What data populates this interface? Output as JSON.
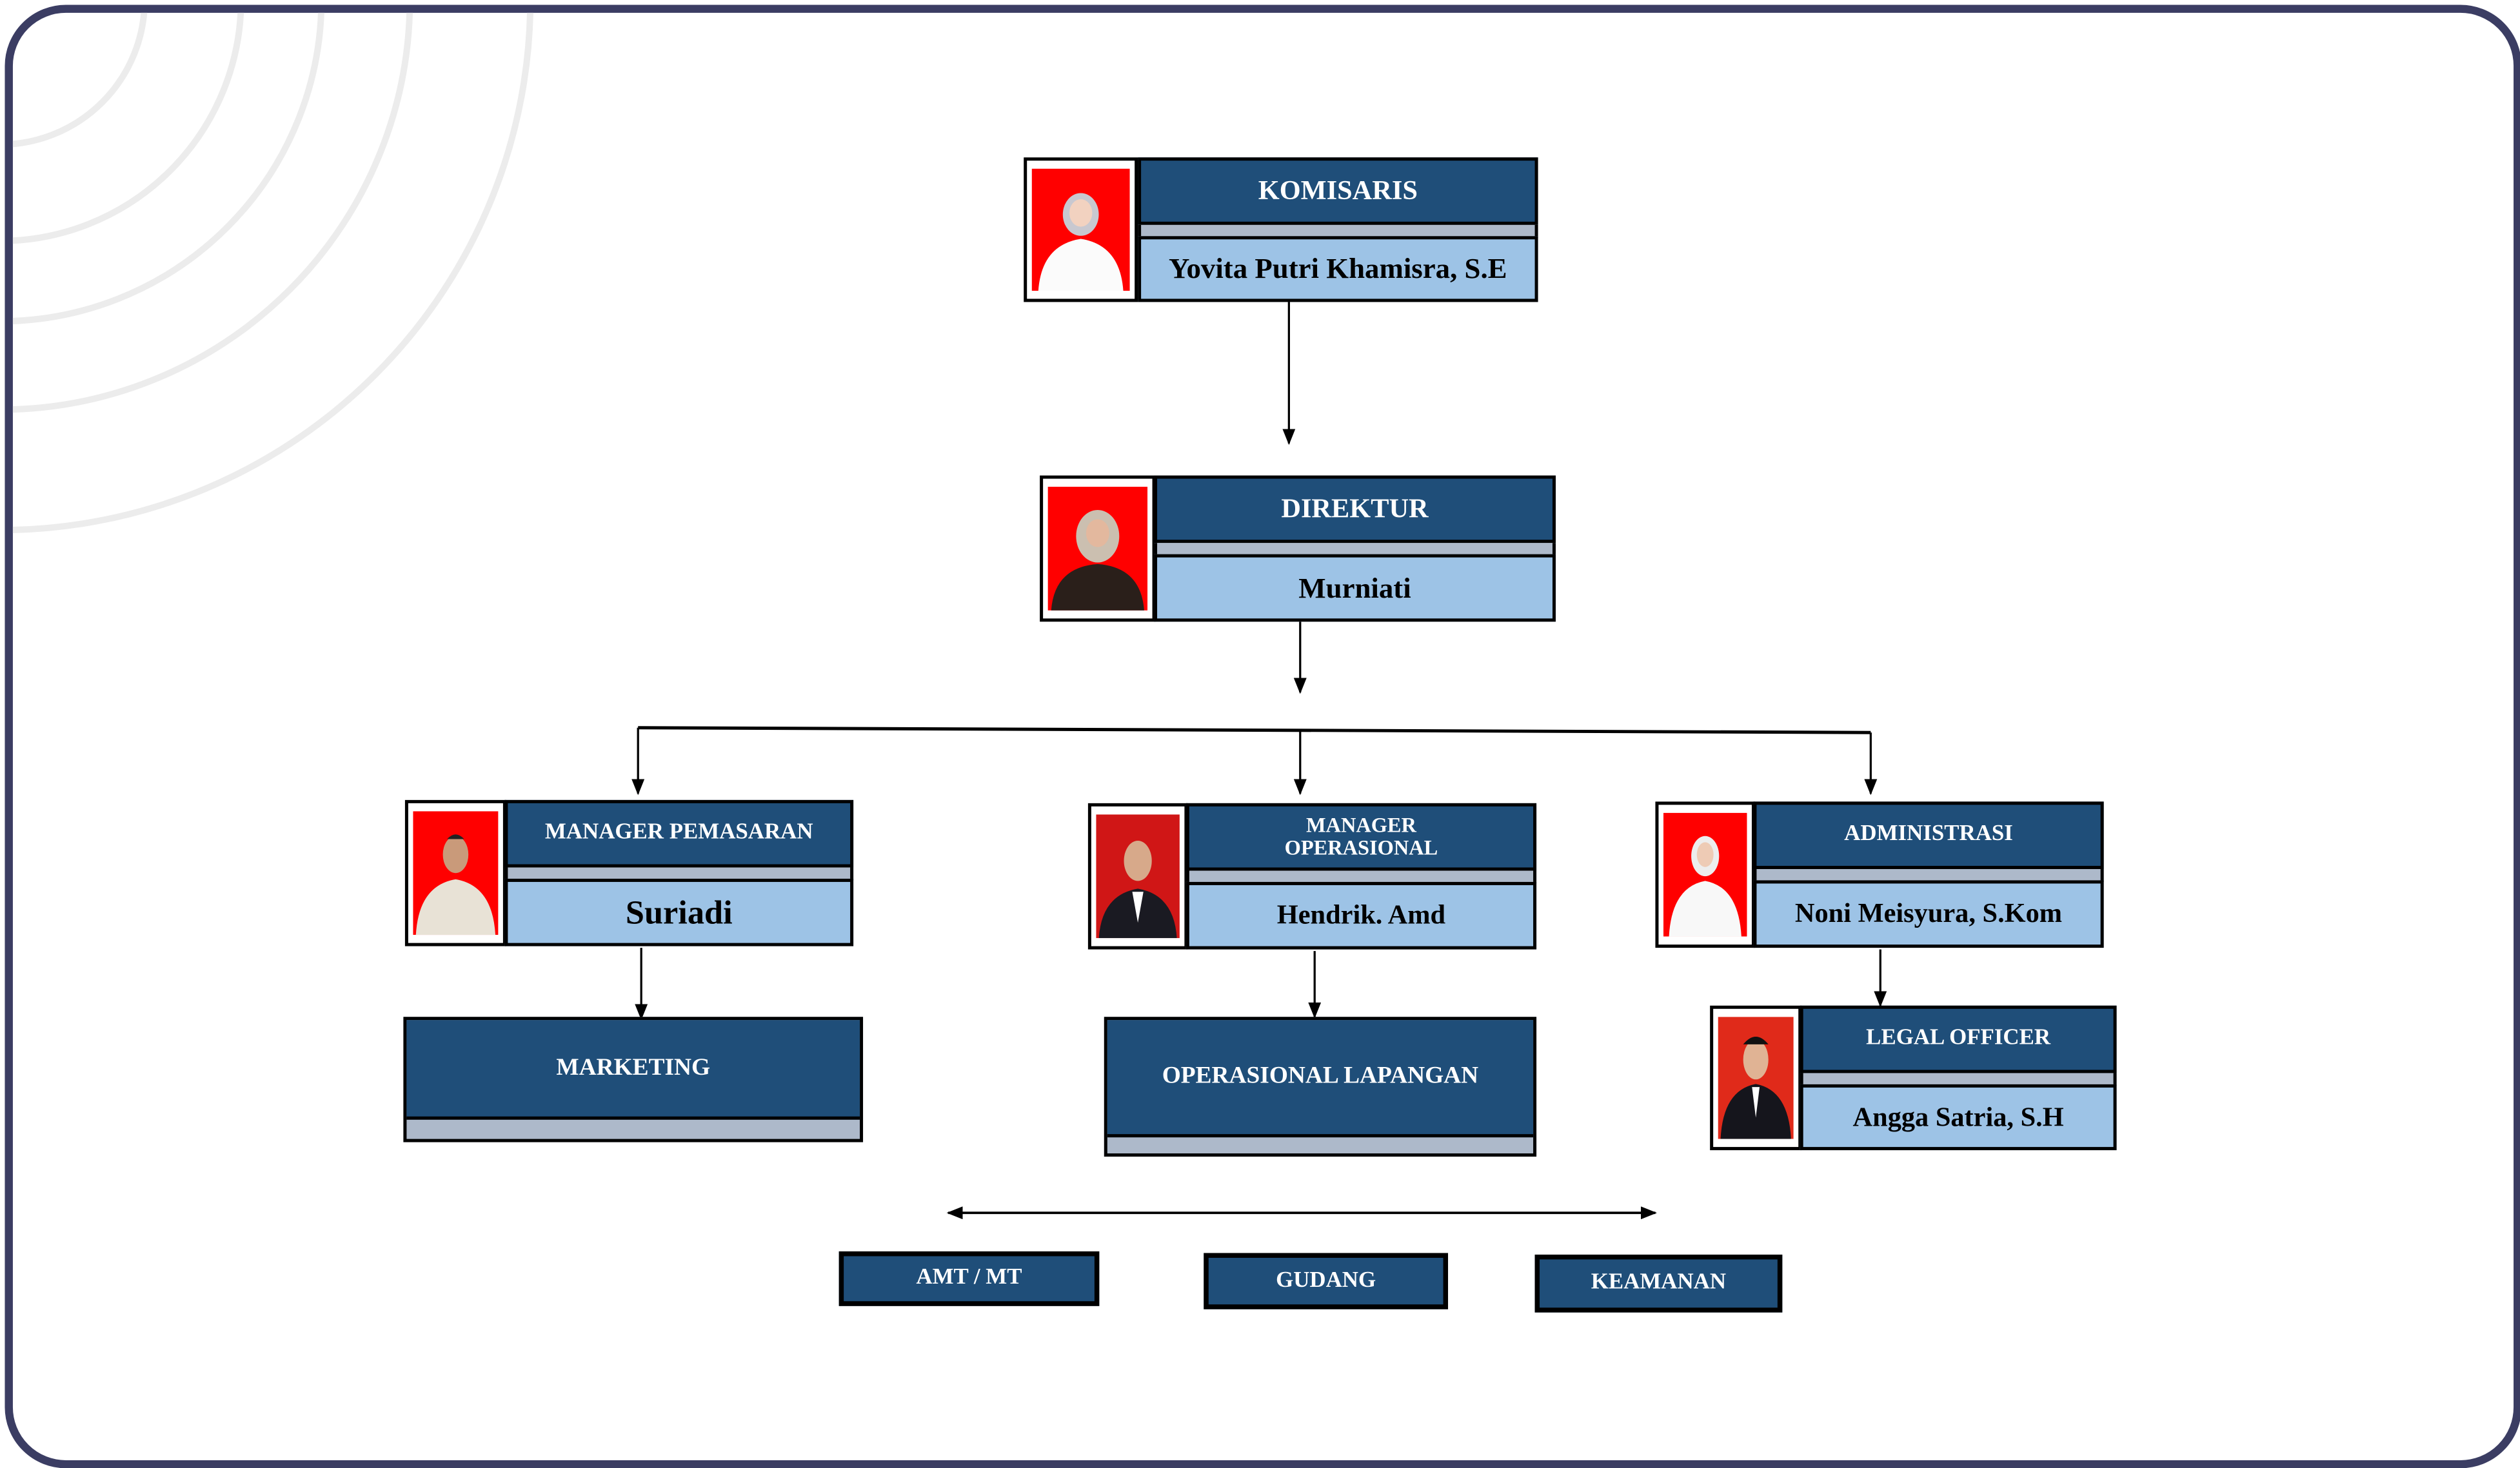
{
  "colors": {
    "frame": "#3b3d63",
    "title_bg": "#1f4e79",
    "name_bg": "#9dc3e6",
    "separator": "#adb9ca",
    "photo_bg": "#ff0000"
  },
  "komisaris": {
    "title": "KOMISARIS",
    "name": "Yovita Putri Khamisra, S.E"
  },
  "direktur": {
    "title": "DIREKTUR",
    "name": "Murniati"
  },
  "manager_pemasaran": {
    "title": "MANAGER PEMASARAN",
    "name": "Suriadi"
  },
  "manager_operasional": {
    "title_line1": "MANAGER",
    "title_line2": "OPERASIONAL",
    "name": "Hendrik. Amd"
  },
  "administrasi": {
    "title": "ADMINISTRASI",
    "name": "Noni Meisyura, S.Kom"
  },
  "legal_officer": {
    "title": "LEGAL OFFICER",
    "name": "Angga Satria, S.H"
  },
  "units": {
    "marketing": "MARKETING",
    "operasional_lapangan": "OPERASIONAL LAPANGAN",
    "amt_mt": "AMT / MT",
    "gudang": "GUDANG",
    "keamanan": "KEAMANAN"
  }
}
